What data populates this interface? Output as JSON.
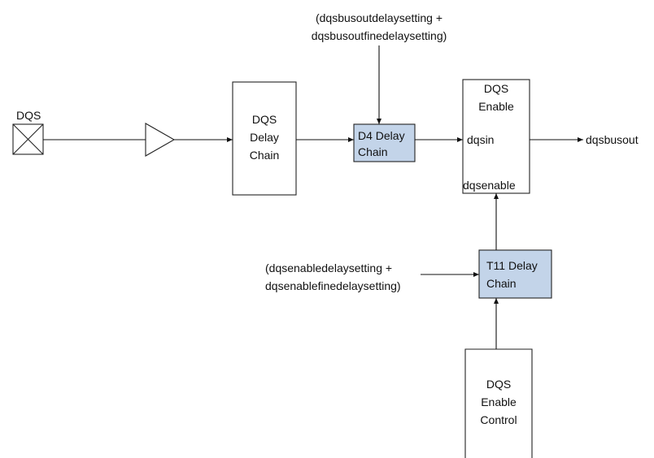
{
  "pin": {
    "label": "DQS"
  },
  "blocks": {
    "dqs_delay_chain": [
      "DQS",
      "Delay",
      "Chain"
    ],
    "d4_delay_chain": [
      "D4 Delay",
      "Chain"
    ],
    "dqs_enable": [
      "DQS",
      "Enable"
    ],
    "t11_delay_chain": [
      "T11 Delay",
      "Chain"
    ],
    "dqs_enable_control": [
      "DQS",
      "Enable",
      "Control"
    ]
  },
  "ports": {
    "dqsin": "dqsin",
    "dqsenable": "dqsenable"
  },
  "signals": {
    "output": "dqsbusout",
    "d4_setting": [
      "(dqsbusoutdelaysetting +",
      "dqsbusoutfinedelaysetting)"
    ],
    "t11_setting": [
      "(dqsenabledelaysetting +",
      "dqsenablefinedelaysetting)"
    ]
  },
  "colors": {
    "delay_block_fill": "#c3d4e9",
    "plain_block_fill": "#ffffff",
    "line": "#111111"
  }
}
